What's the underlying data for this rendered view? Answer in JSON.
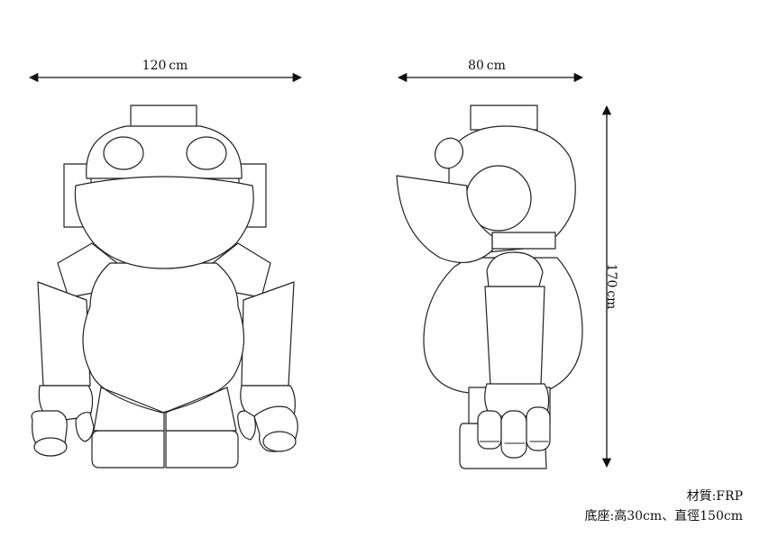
{
  "dimensions": {
    "front_width": "120 cm",
    "side_width": "80 cm",
    "height": "170 cm"
  },
  "notes": {
    "material": "材質:FRP",
    "base": "底座:高30cm、直徑150cm"
  },
  "colors": {
    "line": "#222222",
    "background": "#ffffff"
  }
}
